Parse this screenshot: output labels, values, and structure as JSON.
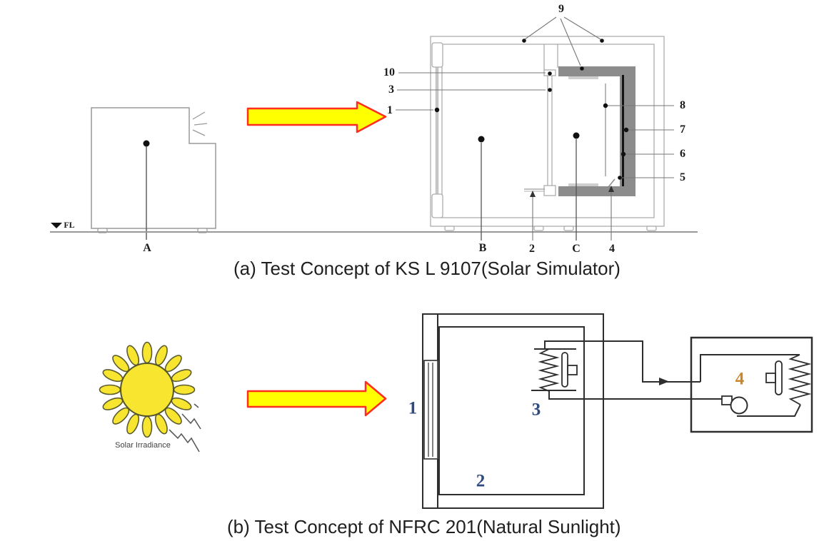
{
  "panel_a": {
    "caption": "(a) Test Concept of KS L 9107(Solar Simulator)",
    "labels": {
      "A": "A",
      "B": "B",
      "C": "C",
      "FL": "FL",
      "n1": "1",
      "n2": "2",
      "n3": "3",
      "n4": "4",
      "n5": "5",
      "n6": "6",
      "n7": "7",
      "n8": "8",
      "n9": "9",
      "n10": "10"
    }
  },
  "panel_b": {
    "caption": "(b) Test Concept of NFRC 201(Natural Sunlight)",
    "sun_caption": "Solar Irradiance",
    "labels": {
      "n1": "1",
      "n2": "2",
      "n3": "3",
      "n4": "4"
    }
  },
  "icons": {
    "sun": "sun-with-rays-icon",
    "flow_arrow": "yellow-right-arrow-icon",
    "refrigerant_arrow": "right-chevron-arrow-icon",
    "floor_marker": "down-triangle-icon"
  },
  "colors": {
    "flow_arrow_fill": "#FFFF00",
    "flow_arrow_stroke": "#FF2D1E",
    "sun_fill": "#F7E52F",
    "metering_box_gray": "#8C8C8C",
    "panel_b_label_blue": "#2F4B7C",
    "panel_b_label_orange": "#C9862B"
  }
}
